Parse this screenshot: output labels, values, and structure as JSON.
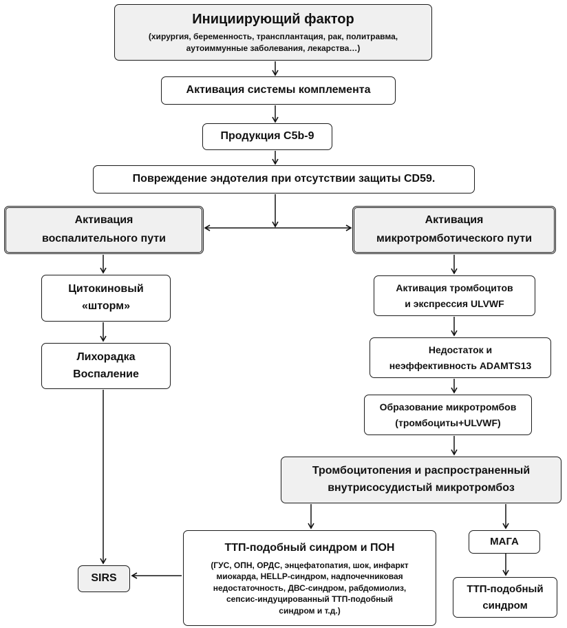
{
  "diagram": {
    "initiating_factor": {
      "title": "Инициирующий фактор",
      "line1": "(хирургия, беременность, трансплантация, рак, политравма,",
      "line2": "аутоиммунные заболевания, лекарства…)"
    },
    "complement_activation": "Активация  системы комплемента",
    "c5b9_production": "Продукция  C5b-9",
    "endothelium_damage": "Повреждение  эндотелия  при отсутствии  защиты CD59.",
    "inflammatory_path": {
      "line1": "Активация",
      "line2": "воспалительного  пути"
    },
    "microthrombotic_path": {
      "line1": "Активация",
      "line2": "микротромботического  пути"
    },
    "cytokine_storm": {
      "line1": "Цитокиновый",
      "line2": "«шторм»"
    },
    "fever": {
      "line1": "Лихорадка",
      "line2": "Воспаление"
    },
    "platelet_activation": {
      "line1": "Активация тромбоцитов",
      "line2": "и экспрессия ULVWF"
    },
    "adamts13": {
      "line1": "Недостаток и",
      "line2": "неэффективность ADAMTS13"
    },
    "microthrombi": {
      "line1": "Образование микротромбов",
      "line2": "(тромбоциты+ULVWF)"
    },
    "thrombocytopenia": {
      "line1": "Тромбоцитопения  и распространенный",
      "line2": "внутрисосудистый  микротромбоз"
    },
    "ttp_pon": {
      "title": "ТТП-подобный  синдром  и ПОН",
      "lines": [
        "(ГУС, ОПН, ОРДС, энцефатопатия, шок, инфаркт",
        "миокарда, HELLP-синдром, надпочечниковая",
        "недостаточность, ДВС-синдром, рабдомиолиз,",
        "сепсис-индуцированный ТТП-подобный",
        "синдром и т.д.)"
      ]
    },
    "maga": "МАГА",
    "ttp_like": {
      "line1": "ТТП-подобный",
      "line2": "синдром"
    },
    "sirs": "SIRS"
  }
}
